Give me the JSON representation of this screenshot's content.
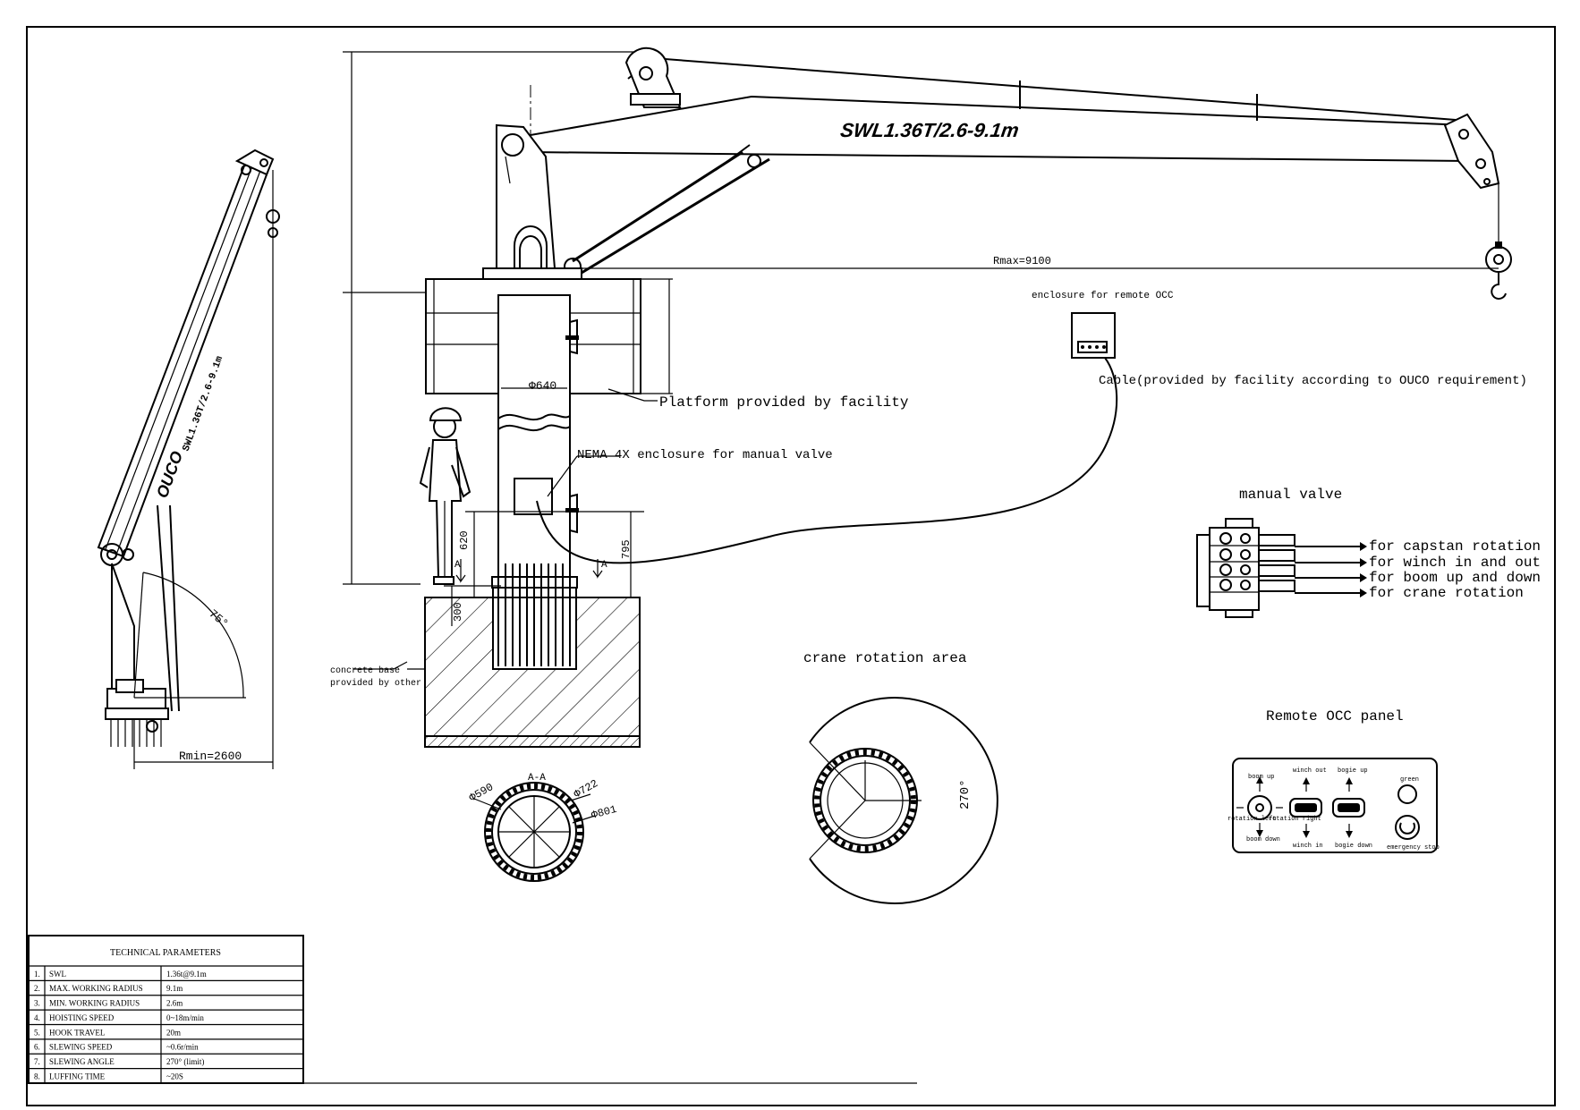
{
  "boom_label": "SWL1.36T/2.6-9.1m",
  "side_boom_label": "SWL1.36T/2.6-9.1m",
  "side_brand": "OUCO",
  "r_max": "Rmax=9100",
  "r_min": "Rmin=2600",
  "luff_angle": "75°",
  "enclosure_remote_occ": "enclosure for remote OCC",
  "cable_note": "Cable(provided by facility according to OUCO requirement)",
  "platform_note": "Platform provided by facility",
  "nema_note": "NEMA 4X enclosure for manual valve",
  "column_dia": "Φ640",
  "dim_620": "620",
  "dim_795": "795",
  "dim_300": "300",
  "section_marker": "A",
  "concrete_note": [
    "concrete base",
    "provided by other"
  ],
  "section_view": {
    "title": "A-A",
    "d1": "Φ590",
    "d2": "Φ722",
    "d3": "Φ801"
  },
  "rotation_area": {
    "title": "crane rotation area",
    "angle": "270°"
  },
  "manual_valve": {
    "title": "manual valve",
    "items": [
      "for capstan rotation",
      "for winch in and out",
      "for boom up and down",
      "for crane rotation"
    ]
  },
  "remote_panel": {
    "title": "Remote OCC panel",
    "boom_up": "boom up",
    "boom_down": "boom down",
    "rotation_left": "rotation left",
    "rotation_right": "rotation right",
    "winch_out": "winch out",
    "winch_in": "winch in",
    "bogie_up": "bogie up",
    "bogie_down": "bogie down",
    "green": "green",
    "emergency_stop": "emergency stop"
  },
  "tech_table": {
    "title": "TECHNICAL PARAMETERS",
    "rows": [
      {
        "no": "1.",
        "name": "SWL",
        "value": "1.36t@9.1m"
      },
      {
        "no": "2.",
        "name": "MAX. WORKING RADIUS",
        "value": "9.1m"
      },
      {
        "no": "3.",
        "name": "MIN. WORKING RADIUS",
        "value": "2.6m"
      },
      {
        "no": "4.",
        "name": "HOISTING SPEED",
        "value": "0~18m/min"
      },
      {
        "no": "5.",
        "name": "HOOK TRAVEL",
        "value": "20m"
      },
      {
        "no": "6.",
        "name": "SLEWING SPEED",
        "value": "~0.6r/min"
      },
      {
        "no": "7.",
        "name": "SLEWING ANGLE",
        "value": "270° (limit)"
      },
      {
        "no": "8.",
        "name": "LUFFING TIME",
        "value": "~20S"
      }
    ]
  }
}
